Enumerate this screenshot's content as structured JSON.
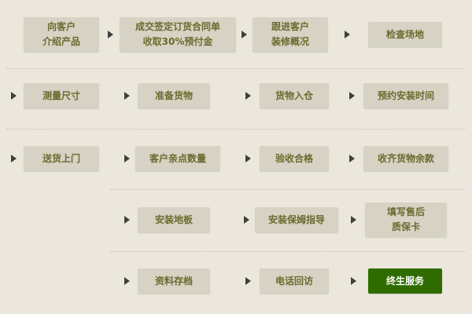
{
  "colors": {
    "background": "#ebe7dd",
    "box_background": "#d6d2c4",
    "box_text": "#6b6a2e",
    "final_background": "#2f6c00",
    "final_text": "#ffffff",
    "arrow": "#3f3f38",
    "connector": "#c6c1b2"
  },
  "flow": {
    "rows": [
      {
        "nodes": [
          {
            "label": "向客户\n介绍产品"
          },
          {
            "label": "成交签定订货合同单\n收取30%预付金"
          },
          {
            "label": "跟进客户\n装修概况"
          },
          {
            "label": "检查场地"
          }
        ]
      },
      {
        "nodes": [
          {
            "label": "测量尺寸"
          },
          {
            "label": "准备货物"
          },
          {
            "label": "货物入仓"
          },
          {
            "label": "预约安装时间"
          }
        ]
      },
      {
        "nodes": [
          {
            "label": "送货上门"
          },
          {
            "label": "客户亲点数量"
          },
          {
            "label": "验收合格"
          },
          {
            "label": "收齐货物余款"
          }
        ]
      },
      {
        "nodes": [
          {
            "label": "安装地板"
          },
          {
            "label": "安装保姆指导"
          },
          {
            "label": "填写售后\n质保卡"
          }
        ]
      },
      {
        "nodes": [
          {
            "label": "资料存档"
          },
          {
            "label": "电话回访"
          },
          {
            "label": "终生服务"
          }
        ]
      }
    ]
  }
}
